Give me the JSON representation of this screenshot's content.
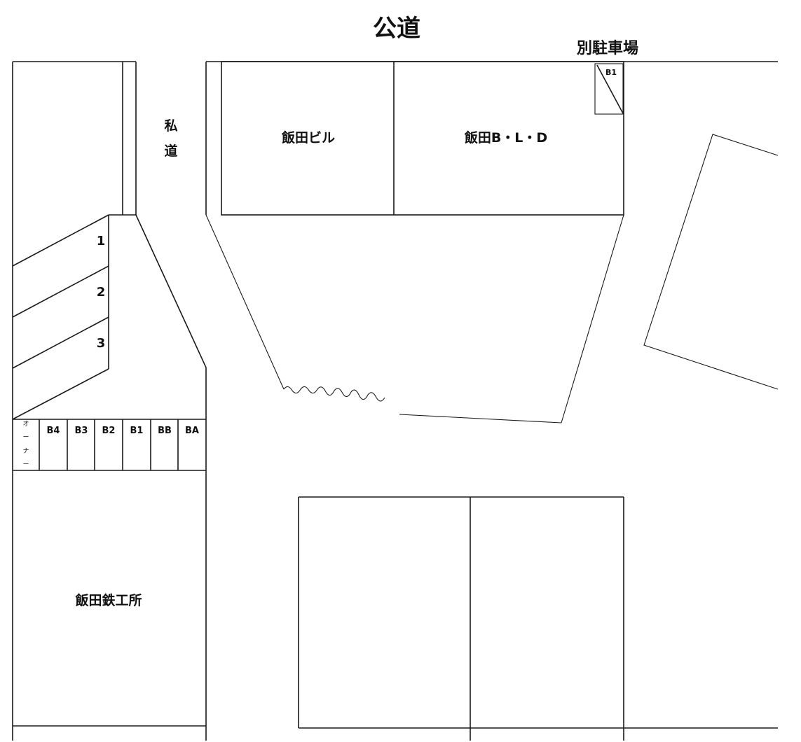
{
  "map": {
    "public_road": "公道",
    "private_road": [
      "私",
      "道"
    ],
    "annex_parking": "別駐車場",
    "annex_slot": "B1",
    "buildings": {
      "iida_building": "飯田ビル",
      "iida_bld": "飯田B・L・D",
      "iida_ironworks": "飯田鉄工所"
    },
    "diagonal_slots": [
      "1",
      "2",
      "3"
    ],
    "owner_slot": [
      "オ",
      "ー",
      "ナ",
      "ー"
    ],
    "row_slots": [
      "B4",
      "B3",
      "B2",
      "B1",
      "BB",
      "BA"
    ]
  }
}
